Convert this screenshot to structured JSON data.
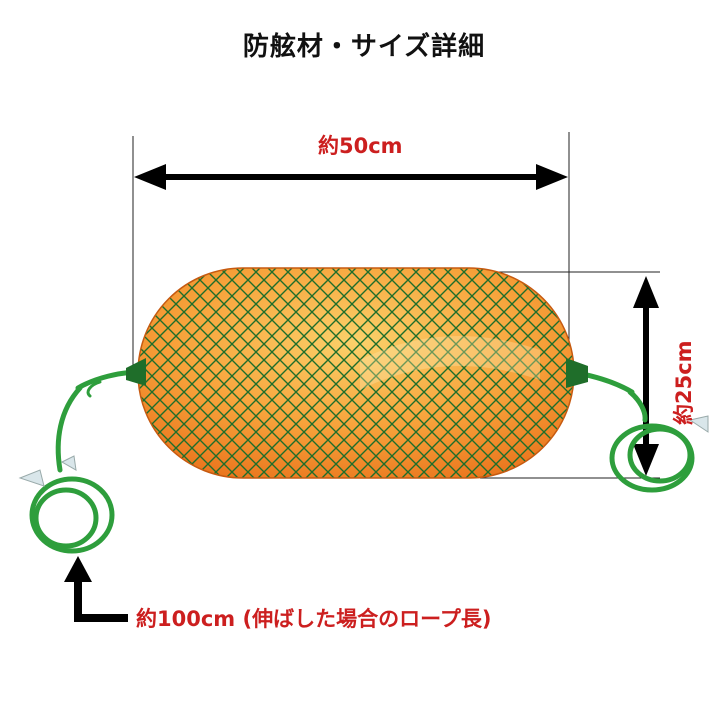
{
  "title": "防舷材・サイズ詳細",
  "dimensions": {
    "width_label": "約50cm",
    "height_label": "約25cm",
    "rope_label": "約100cm (伸ばした場合のロープ長)"
  },
  "colors": {
    "label_red": "#cc1f1f",
    "arrow_black": "#000000",
    "fender_orange": "#f08a1c",
    "net_green": "#1f6e2a",
    "rope_green": "#2e9e3c"
  }
}
